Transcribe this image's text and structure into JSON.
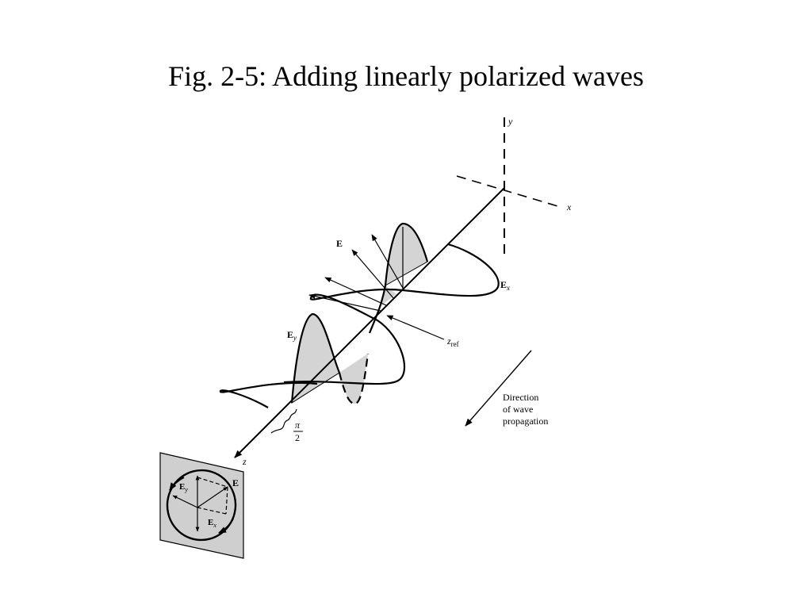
{
  "slide": {
    "title": "Fig. 2-5:  Adding linearly polarized waves"
  },
  "diagram": {
    "labels": {
      "y_axis": "y",
      "x_axis": "x",
      "z_axis": "z",
      "e_vector": "E",
      "e_x_base": "E",
      "e_x_sub": "x",
      "e_y_base": "E",
      "e_y_sub": "y",
      "z_ref_base": "z",
      "z_ref_sub": "ref",
      "phase_num": "π",
      "phase_den": "2",
      "direction_line1": "Direction",
      "direction_line2": "of wave",
      "direction_line3": "propagation",
      "inset_e": "E",
      "inset_ey_base": "E",
      "inset_ey_sub": "y",
      "inset_ex_base": "E",
      "inset_ex_sub": "x"
    },
    "colors": {
      "ink": "#000000",
      "shade": "#d4d4d4",
      "plate": "#cfcfcf"
    }
  }
}
